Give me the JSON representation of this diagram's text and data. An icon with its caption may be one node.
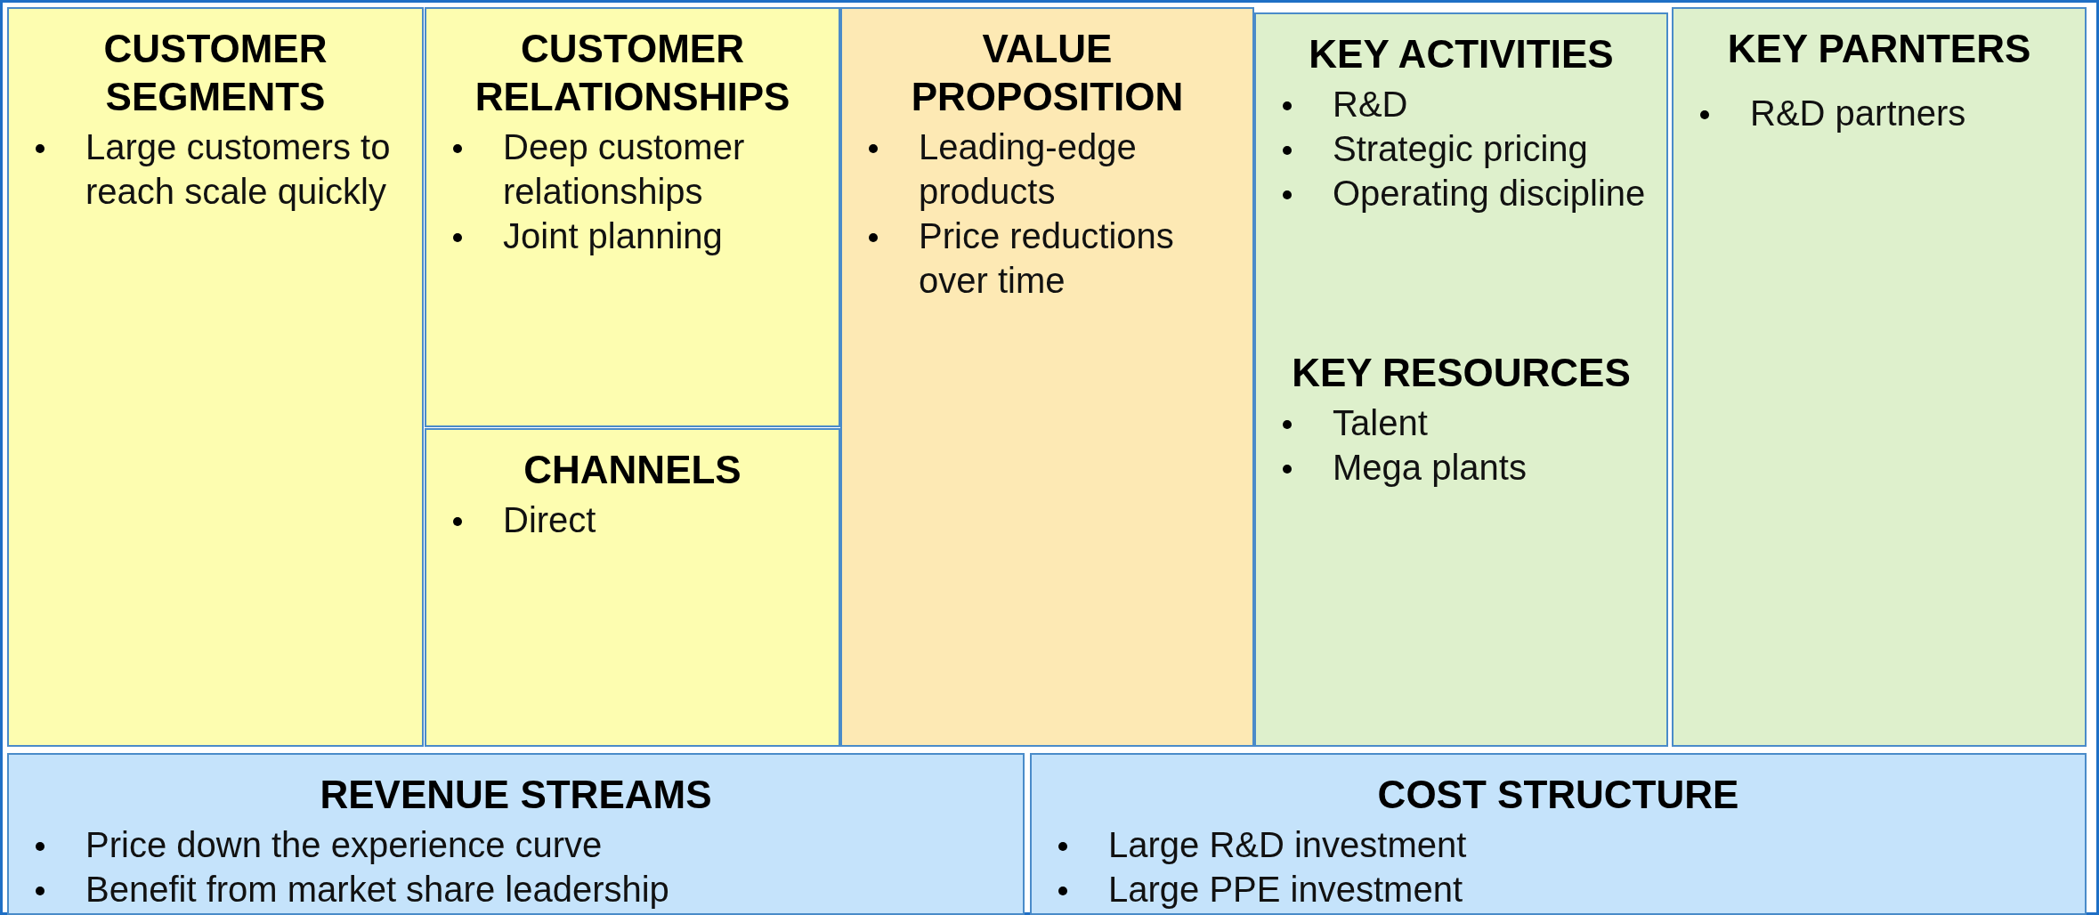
{
  "diagram": {
    "nodes": [
      {
        "text": [
          "CUSTOMER SEGMENTS",
          "Large customers to reach scale quickly"
        ]
      },
      {
        "text": [
          "CUSTOMER RELATIONSHIPS",
          "Deep customer relationships",
          "Joint planning"
        ]
      },
      {
        "text": [
          "CHANNELS",
          "Direct"
        ]
      },
      {
        "text": [
          "VALUE PROPOSITION",
          "Leading-edge products",
          "Price reductions over time"
        ]
      },
      {
        "text": [
          "KEY ACTIVITIES",
          "R&D",
          "Strategic pricing",
          "Operating discipline",
          "KEY RESOURCES",
          "Talent",
          "Mega plants"
        ]
      },
      {
        "text": [
          "KEY PARNTERS",
          "R&D partners"
        ]
      },
      {
        "text": [
          "REVENUE STREAMS",
          "Price down the experience curve",
          "Benefit from market share leadership"
        ]
      },
      {
        "text": [
          "COST STRUCTURE",
          "Large R&D investment",
          "Large PPE investment"
        ]
      }
    ]
  }
}
